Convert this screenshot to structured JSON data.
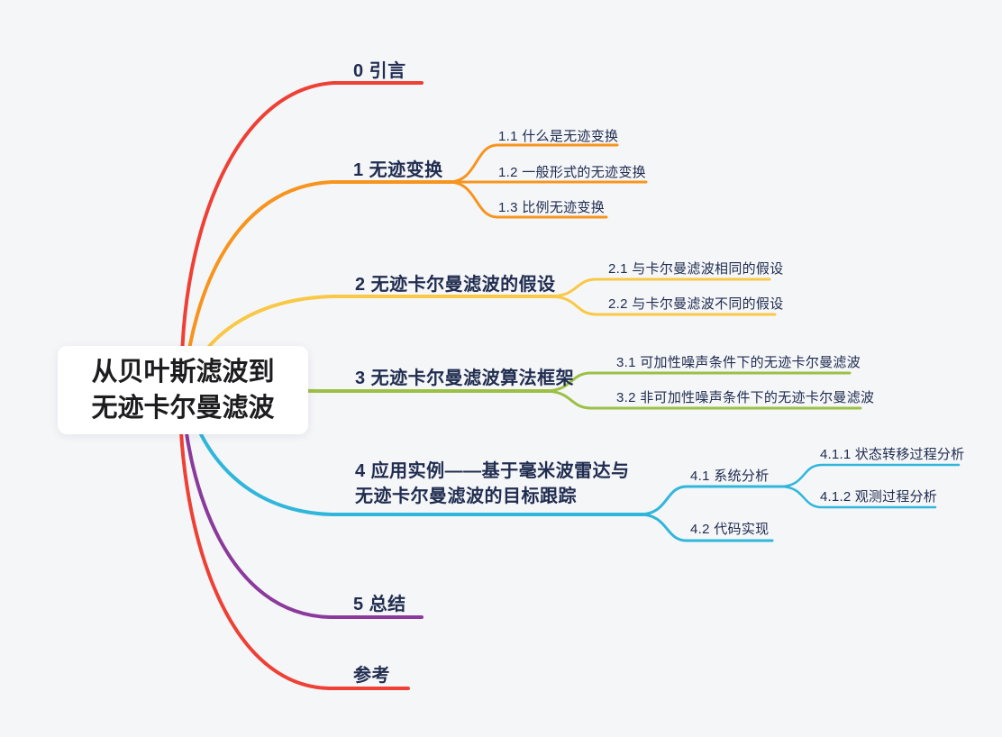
{
  "root": {
    "title": "从贝叶斯滤波到\n无迹卡尔曼滤波"
  },
  "colors": {
    "background": "#F5F6F8",
    "text": "#212D50",
    "root_text": "#1D1D1F",
    "red": "#EE4035",
    "orange": "#F7941E",
    "yellow": "#F9C846",
    "green": "#9CC045",
    "cyan": "#31B6DB",
    "purple": "#8B3A9C"
  },
  "branches": [
    {
      "label": "0 引言",
      "color": "#EE4035",
      "children": []
    },
    {
      "label": "1 无迹变换",
      "color": "#F7941E",
      "children": [
        {
          "label": "1.1 什么是无迹变换"
        },
        {
          "label": "1.2 一般形式的无迹变换"
        },
        {
          "label": "1.3 比例无迹变换"
        }
      ]
    },
    {
      "label": "2 无迹卡尔曼滤波的假设",
      "color": "#F9C846",
      "children": [
        {
          "label": "2.1 与卡尔曼滤波相同的假设"
        },
        {
          "label": "2.2 与卡尔曼滤波不同的假设"
        }
      ]
    },
    {
      "label": "3 无迹卡尔曼滤波算法框架",
      "color": "#9CC045",
      "children": [
        {
          "label": "3.1 可加性噪声条件下的无迹卡尔曼滤波"
        },
        {
          "label": "3.2 非可加性噪声条件下的无迹卡尔曼滤波"
        }
      ]
    },
    {
      "label": "4 应用实例——基于毫米波雷达与无迹卡尔曼滤波的目标跟踪",
      "color": "#31B6DB",
      "children": [
        {
          "label": "4.1 系统分析",
          "children": [
            {
              "label": "4.1.1 状态转移过程分析"
            },
            {
              "label": "4.1.2 观测过程分析"
            }
          ]
        },
        {
          "label": "4.2 代码实现"
        }
      ]
    },
    {
      "label": "5 总结",
      "color": "#8B3A9C",
      "children": []
    },
    {
      "label": "参考",
      "color": "#EE4035",
      "children": []
    }
  ]
}
